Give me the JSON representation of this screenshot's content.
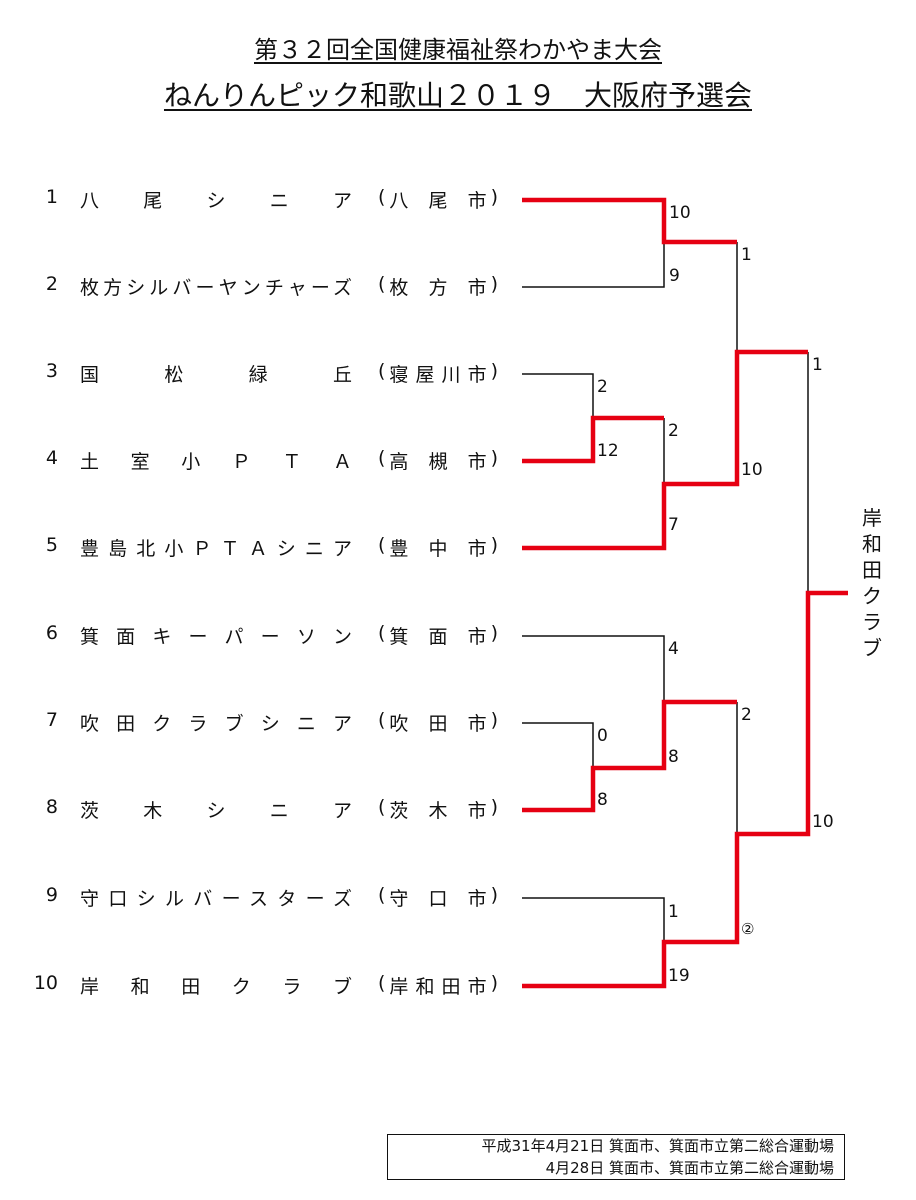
{
  "header": {
    "title_line1": "第３２回全国健康福祉祭わかやま大会",
    "title_line2": "ねんりんピック和歌山２０１９　大阪府予選会"
  },
  "teams": [
    {
      "no": "1",
      "name": "八尾シニア",
      "city": "八尾市"
    },
    {
      "no": "2",
      "name": "枚方シルバーヤンチャーズ",
      "city": "枚方市"
    },
    {
      "no": "3",
      "name": "国松緑丘",
      "city": "寝屋川市"
    },
    {
      "no": "4",
      "name": "土室小ＰＴＡ",
      "city": "高槻市"
    },
    {
      "no": "5",
      "name": "豊島北小ＰＴＡシニア",
      "city": "豊中市"
    },
    {
      "no": "6",
      "name": "箕面キーパーソン",
      "city": "箕面市"
    },
    {
      "no": "7",
      "name": "吹田クラブシニア",
      "city": "吹田市"
    },
    {
      "no": "8",
      "name": "茨木シニア",
      "city": "茨木市"
    },
    {
      "no": "9",
      "name": "守口シルバースターズ",
      "city": "守口市"
    },
    {
      "no": "10",
      "name": "岸和田クラブ",
      "city": "岸和田市"
    }
  ],
  "scores": {
    "m1_top": "10",
    "m1_bottom": "9",
    "m2_top": "2",
    "m2_bottom": "12",
    "m3_top": "2",
    "m3_bottom": "7",
    "m4_top": "1",
    "m4_bottom": "10",
    "m5_top": "0",
    "m5_bottom": "8",
    "m6_top": "4",
    "m6_bottom": "8",
    "m7_top": "1",
    "m7_bottom": "19",
    "m8_top": "2",
    "m8_bottom": "②",
    "final_top": "1",
    "final_bottom": "10"
  },
  "winner": "岸和田クラブ",
  "colors": {
    "win_line": "#e60012",
    "line": "#111111"
  },
  "footer": {
    "line1": "平成31年4月21日  箕面市、箕面市立第二総合運動場",
    "line2": "4月28日  箕面市、箕面市立第二総合運動場"
  }
}
